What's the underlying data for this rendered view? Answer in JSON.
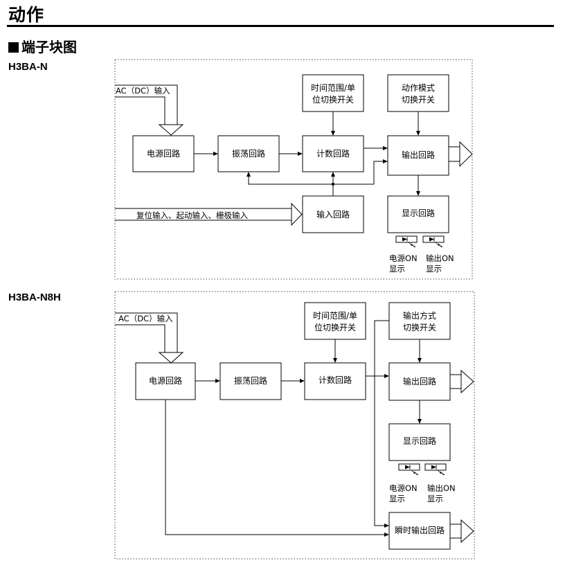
{
  "page": {
    "title": "动作",
    "section_heading": "端子块图"
  },
  "diagram_n": {
    "model": "H3BA-N",
    "ac_input": "AC（DC）输入",
    "power_circuit": "电源回路",
    "oscillator": "振荡回路",
    "counter": "计数回路",
    "output_circuit": "输出回路",
    "input_circuit": "输入回路",
    "display_circuit": "显示回路",
    "time_range_switch": [
      "时间范围/单",
      "位切换开关"
    ],
    "mode_switch": [
      "动作模式",
      "切换开关"
    ],
    "reset_input": "复位输入、起动输入、栅极输入",
    "power_led": [
      "电源ON",
      "显示"
    ],
    "output_led": [
      "输出ON",
      "显示"
    ]
  },
  "diagram_n8h": {
    "model": "H3BA-N8H",
    "ac_input": "AC（DC）输入",
    "power_circuit": "电源回路",
    "oscillator": "振荡回路",
    "counter": "计数回路",
    "output_circuit": "输出回路",
    "display_circuit": "显示回路",
    "instant_output": "瞬时输出回路",
    "time_range_switch": [
      "时间范围/单",
      "位切换开关"
    ],
    "output_mode_switch": [
      "输出方式",
      "切换开关"
    ],
    "power_led": [
      "电源ON",
      "显示"
    ],
    "output_led": [
      "输出ON",
      "显示"
    ]
  }
}
